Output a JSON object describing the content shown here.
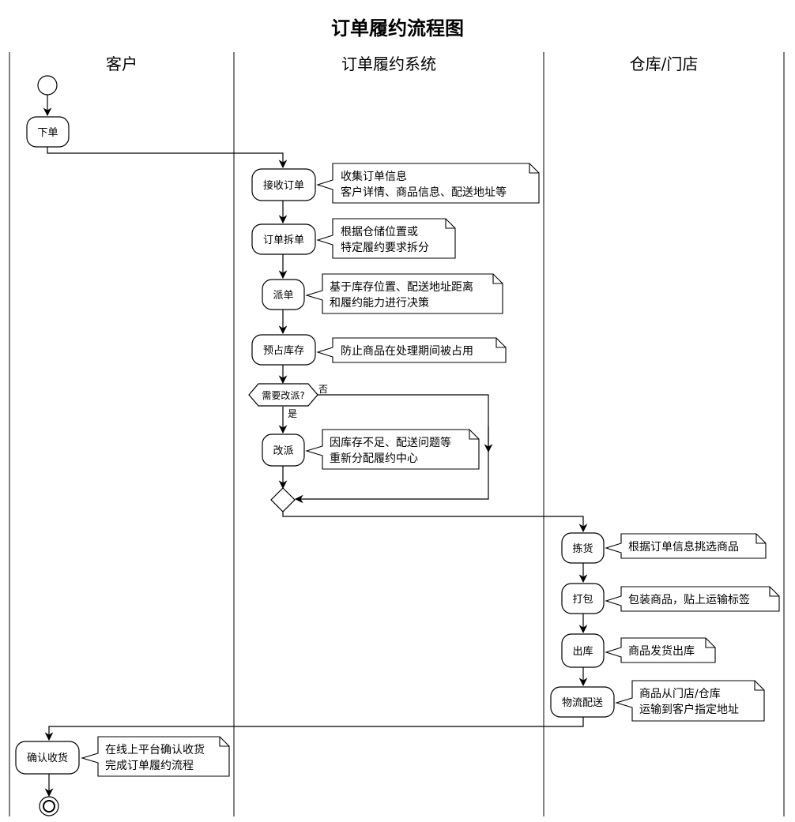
{
  "title": "订单履约流程图",
  "lanes": [
    "客户",
    "订单履约系统",
    "仓库/门店"
  ],
  "activities": {
    "place_order": "下单",
    "receive_order": "接收订单",
    "split_order": "订单拆单",
    "dispatch": "派单",
    "reserve_stock": "预占库存",
    "reassign": "改派",
    "pick": "拣货",
    "pack": "打包",
    "outbound": "出库",
    "delivery": "物流配送",
    "confirm_receipt": "确认收货"
  },
  "decision": {
    "label": "需要改派?",
    "yes": "是",
    "no": "否"
  },
  "notes": {
    "receive_order": [
      "收集订单信息",
      "客户详情、商品信息、配送地址等"
    ],
    "split_order": [
      "根据仓储位置或",
      "特定履约要求拆分"
    ],
    "dispatch": [
      "基于库存位置、配送地址距离",
      "和履约能力进行决策"
    ],
    "reserve_stock": [
      "防止商品在处理期间被占用"
    ],
    "reassign": [
      "因库存不足、配送问题等",
      "重新分配履约中心"
    ],
    "pick": [
      "根据订单信息挑选商品"
    ],
    "pack": [
      "包装商品，贴上运输标签"
    ],
    "outbound": [
      "商品发货出库"
    ],
    "delivery": [
      "商品从门店/仓库",
      "运输到客户指定地址"
    ],
    "confirm_receipt": [
      "在线上平台确认收货",
      "完成订单履约流程"
    ]
  }
}
